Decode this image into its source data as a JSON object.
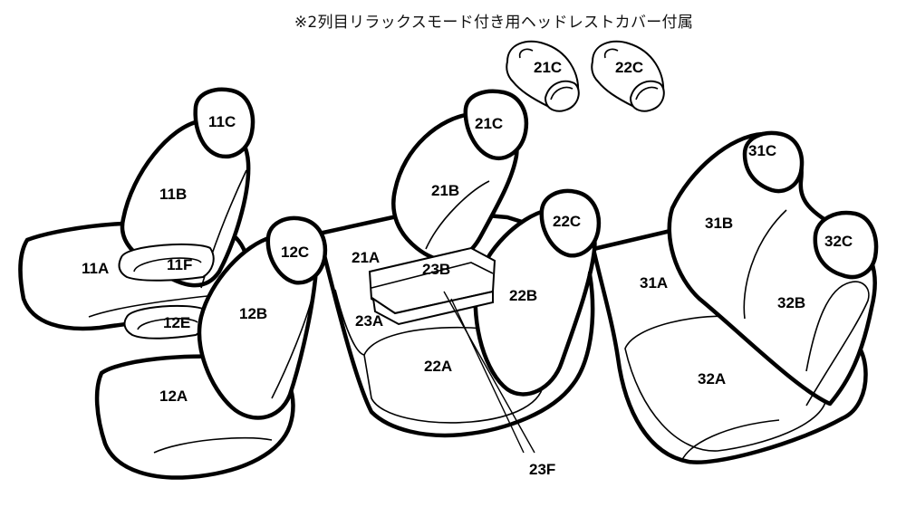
{
  "note": "※2列目リラックスモード付き用ヘッドレストカバー付属",
  "parts": {
    "p11A": "11A",
    "p11B": "11B",
    "p11C": "11C",
    "p11F": "11F",
    "p12A": "12A",
    "p12B": "12B",
    "p12C": "12C",
    "p12E": "12E",
    "p21A": "21A",
    "p21B": "21B",
    "p21C": "21C",
    "p21C_extra": "21C",
    "p22A": "22A",
    "p22B": "22B",
    "p22C": "22C",
    "p22C_extra": "22C",
    "p23A": "23A",
    "p23B": "23B",
    "p23F": "23F",
    "p31A": "31A",
    "p31B": "31B",
    "p31C": "31C",
    "p32A": "32A",
    "p32B": "32B",
    "p32C": "32C"
  }
}
